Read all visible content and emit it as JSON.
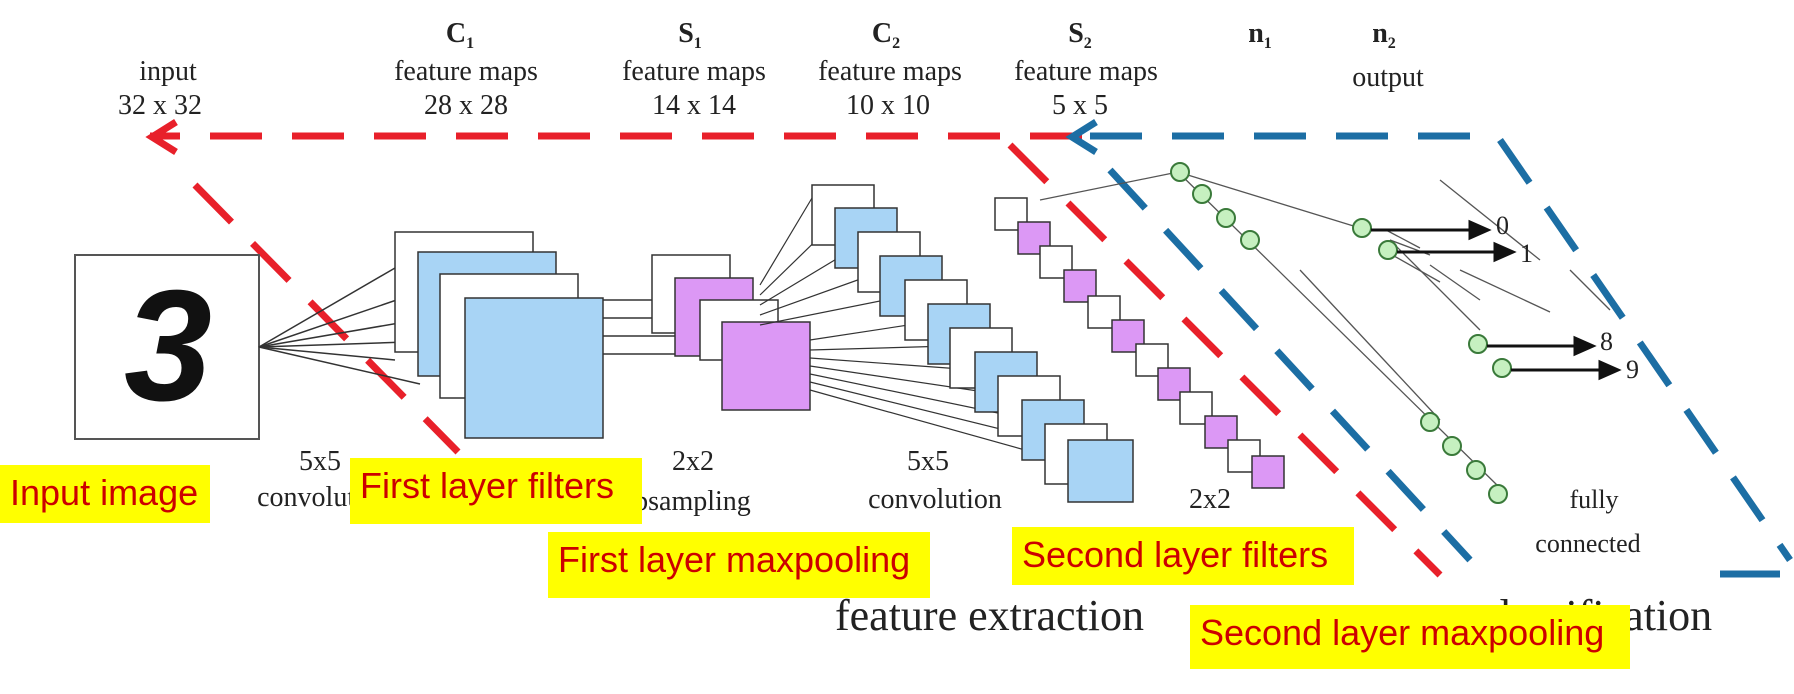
{
  "headers": {
    "input": {
      "title": "input",
      "size": "32 x 32"
    },
    "c1": {
      "title": "C",
      "sub": "1",
      "line2": "feature maps",
      "size": "28 x 28"
    },
    "s1": {
      "title": "S",
      "sub": "1",
      "line2": "feature maps",
      "size": "14 x 14"
    },
    "c2": {
      "title": "C",
      "sub": "2",
      "line2": "feature maps",
      "size": "10 x 10"
    },
    "s2": {
      "title": "S",
      "sub": "2",
      "line2": "feature maps",
      "size": "5 x 5"
    },
    "n1": {
      "title": "n",
      "sub": "1"
    },
    "n2": {
      "title": "n",
      "sub": "2",
      "line2": "output"
    }
  },
  "digit": "3",
  "operations": {
    "conv1": "5x5",
    "conv1_label": "convolution",
    "pool1": "2x2",
    "pool1_label": "subsampling",
    "conv2": "5x5",
    "conv2_label": "convolution",
    "pool2": "2x2",
    "fc_line1": "fully",
    "fc_line2": "connected"
  },
  "outputs": [
    "0",
    "1",
    "8",
    "9"
  ],
  "sections": {
    "feature_extraction": "feature extraction",
    "classification": "classification"
  },
  "overlays": {
    "input_image": "Input image",
    "first_filters": "First layer filters",
    "first_pool": "First layer maxpooling",
    "second_filters": "Second layer filters",
    "second_pool": "Second layer maxpooling"
  },
  "colors": {
    "feature_map_blue": "#a8d4f5",
    "pool_map_purple": "#dc98f5",
    "neuron_green": "#c6f0c0",
    "dash_red": "#e8202a",
    "dash_blue": "#1c6ea4",
    "overlay_bg": "#ffff00",
    "overlay_text": "#cc0000"
  }
}
